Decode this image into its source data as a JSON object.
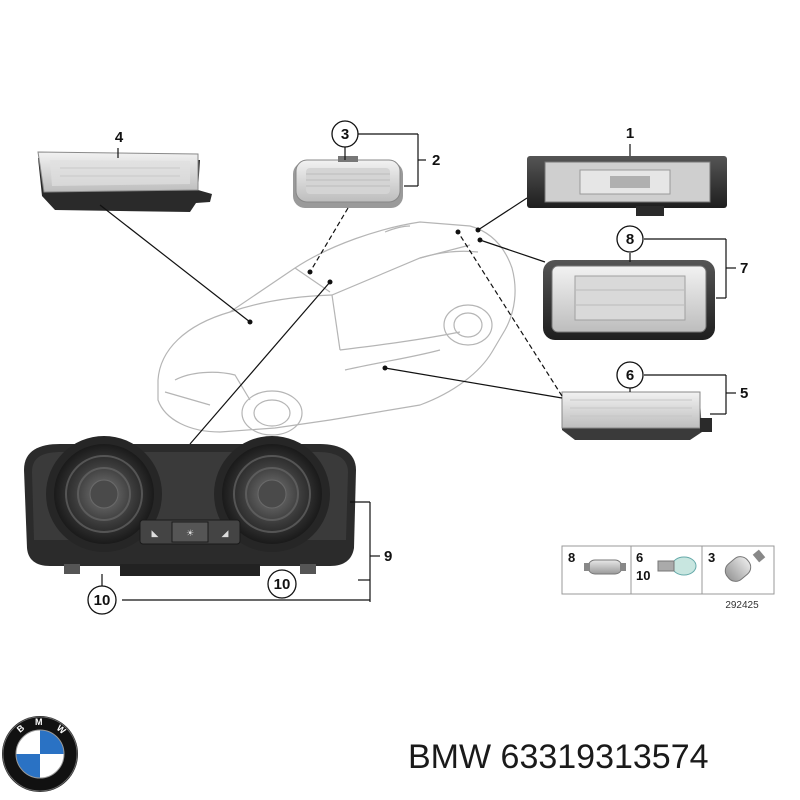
{
  "callouts": {
    "c1": "1",
    "c2": "2",
    "c3": "3",
    "c4": "4",
    "c5": "5",
    "c6": "6",
    "c7": "7",
    "c8": "8",
    "c9": "9",
    "c10a": "10",
    "c10b": "10"
  },
  "bulb_legend": {
    "group1": "8",
    "group2_top": "6",
    "group2_bottom": "10",
    "group3": "3"
  },
  "reference_code": "292425",
  "brand_logo": {
    "text": "BMW",
    "colors": {
      "ring": "#111111",
      "blue": "#2a72c4",
      "white": "#ffffff"
    }
  },
  "part_number": "BMW 63319313574"
}
